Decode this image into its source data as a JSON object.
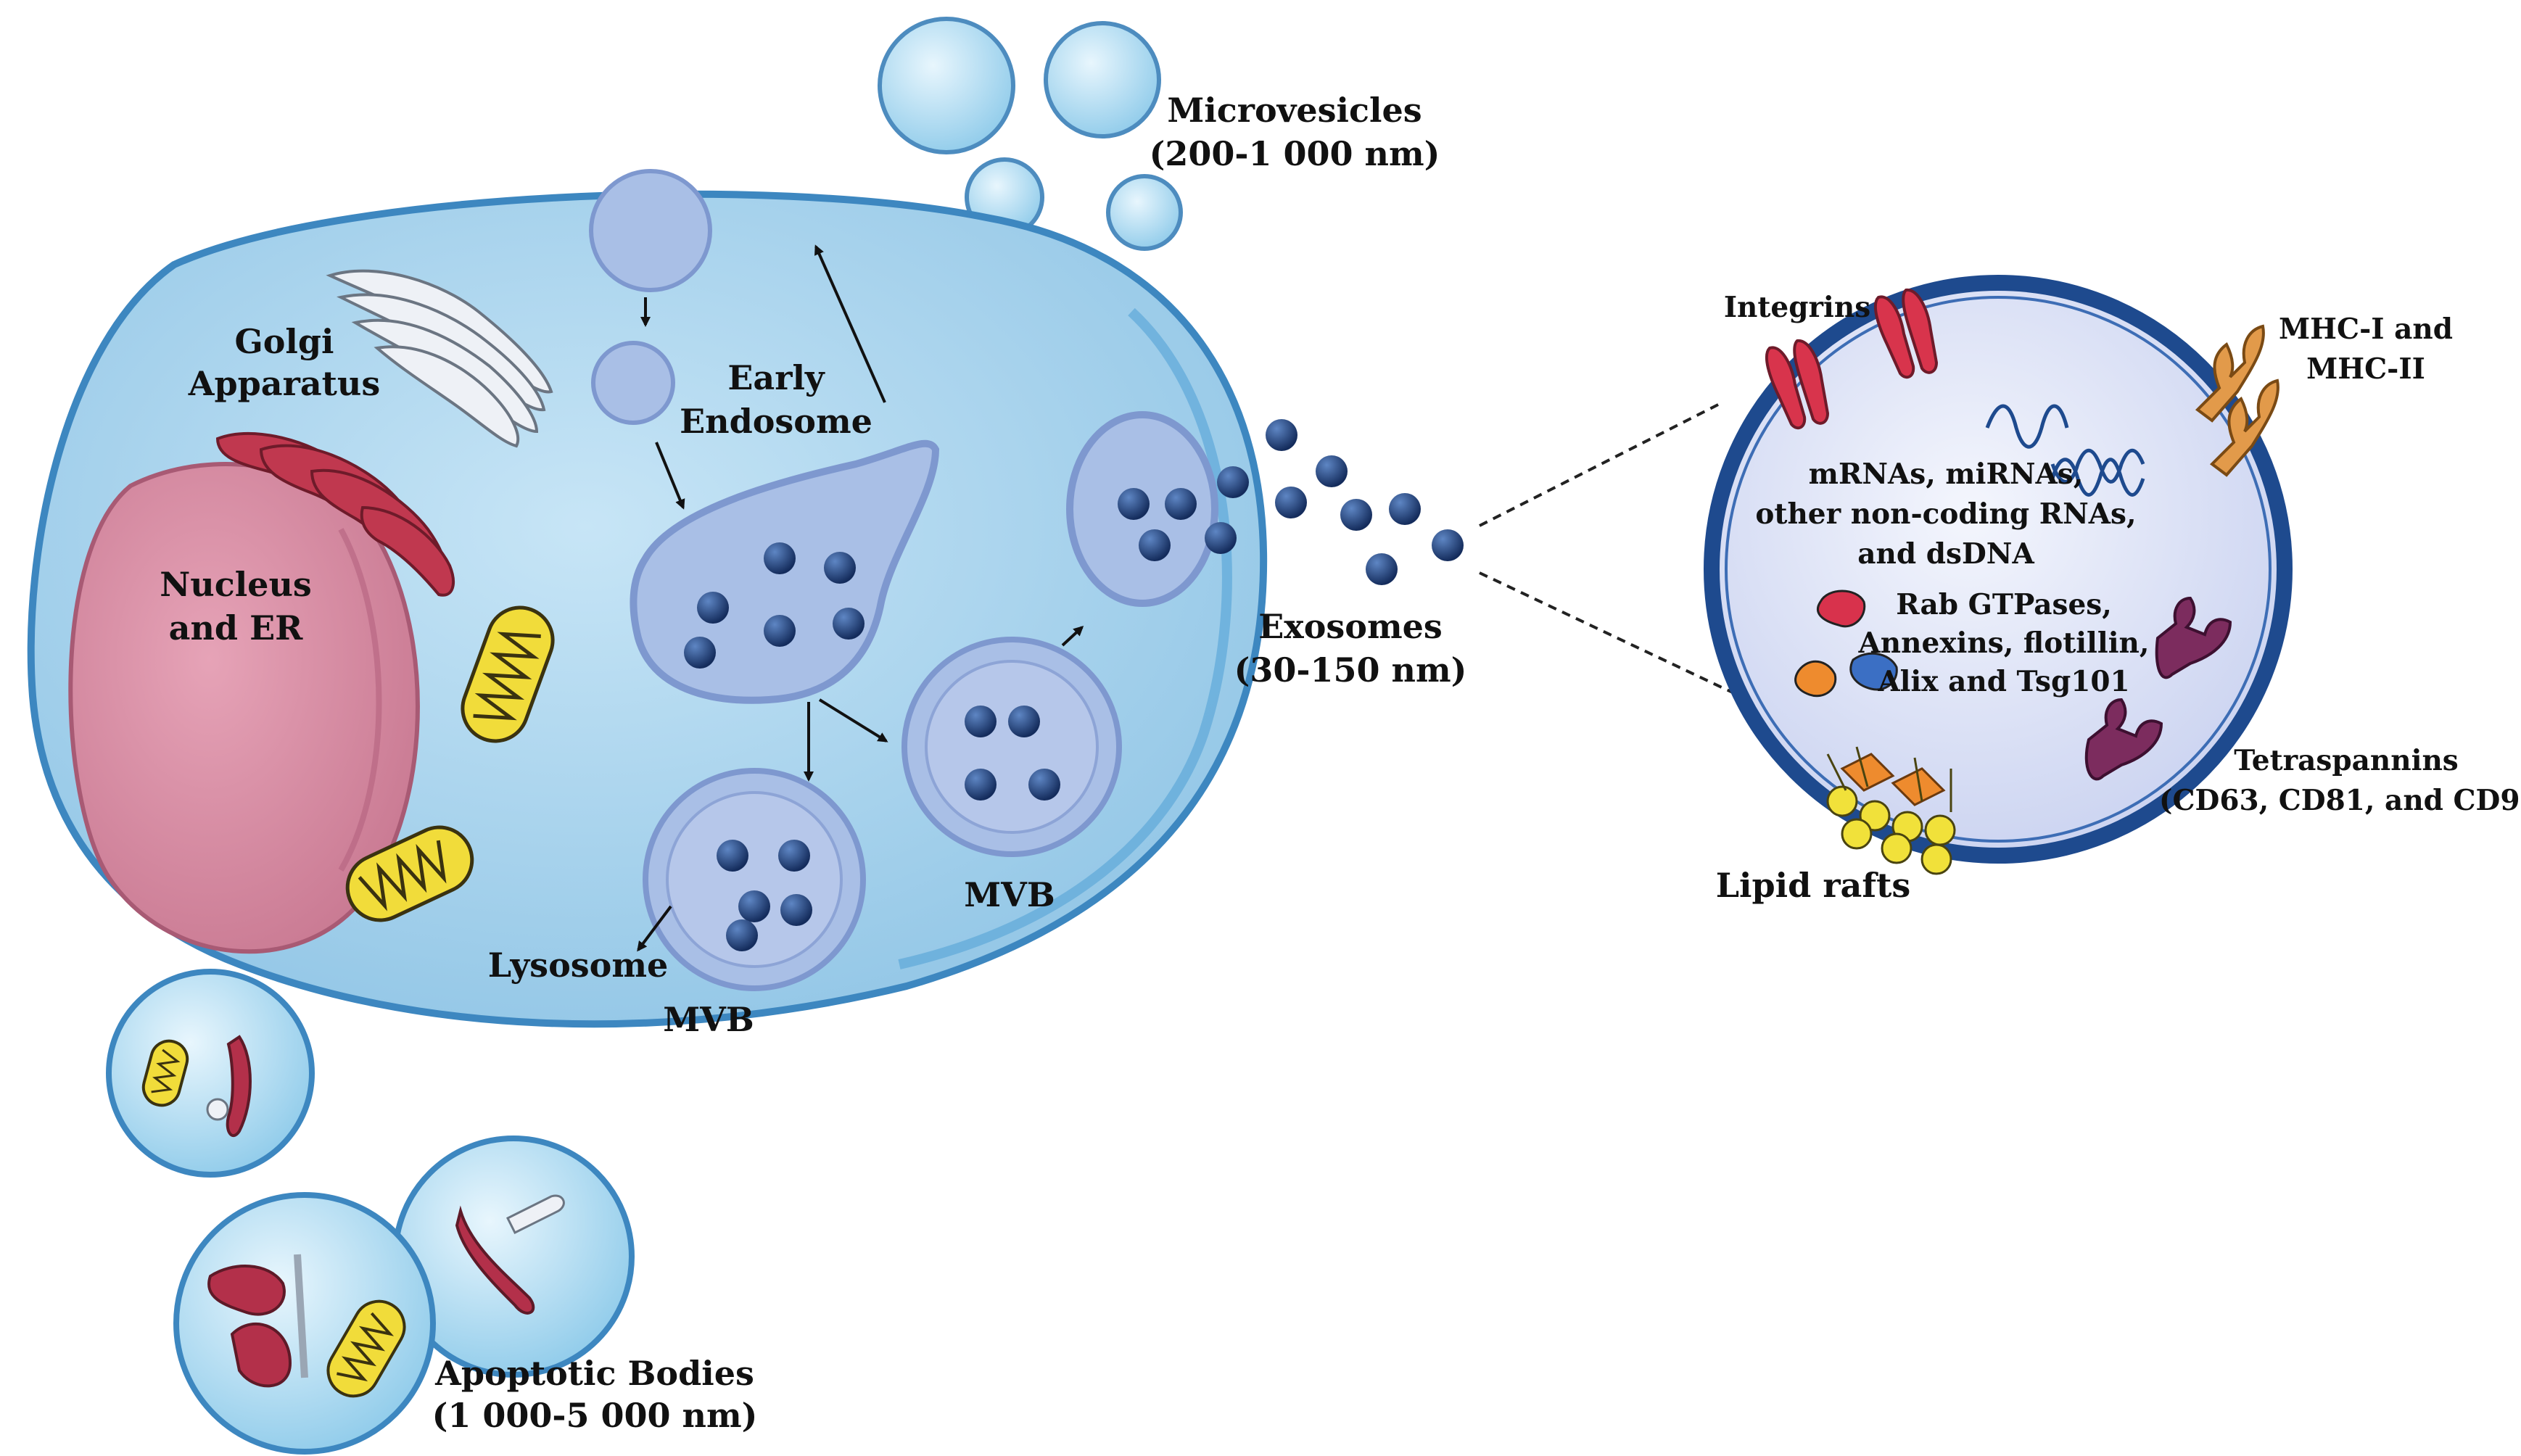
{
  "labels": {
    "microvesicles": "Microvesicles",
    "microvesicles_size": "(200-1 000 nm)",
    "golgi_line1": "Golgi",
    "golgi_line2": "Apparatus",
    "early_endosome_line1": "Early",
    "early_endosome_line2": "Endosome",
    "nucleus_line1": "Nucleus",
    "nucleus_line2": "and ER",
    "exosomes": "Exosomes",
    "exosomes_size": "(30-150 nm)",
    "mvb_right": "MVB",
    "mvb_bottom": "MVB",
    "lysosome": "Lysosome",
    "apoptotic_bodies": "Apoptotic Bodies",
    "apoptotic_bodies_size": "(1 000-5 000 nm)",
    "integrins": "Integrins",
    "mhc_line1": "MHC-I and",
    "mhc_line2": "MHC-II",
    "rna_line1": "mRNAs, miRNAs,",
    "rna_line2": "other non-coding RNAs,",
    "rna_line3": "and dsDNA",
    "protein_line1": "Rab GTPases,",
    "protein_line2": "Annexins, flotillin,",
    "protein_line3": "Alix and Tsg101",
    "tetraspannins_line1": "Tetraspannins",
    "tetraspannins_line2": "(CD63, CD81, and CD9)",
    "lipid_rafts": "Lipid rafts"
  },
  "colors": {
    "cell_fill": "#a8d4ee",
    "cell_stroke": "#3d87c0",
    "vesicle_fill": "#a9bfe6",
    "vesicle_stroke": "#7e98cf",
    "exosome_cargo": "#1f3c74",
    "nucleus": "#d7899f",
    "er_golgi_red": "#b3304a",
    "mitochondria": "#f1dc3a",
    "integrin": "#d8344c",
    "mhc": "#e29a4a",
    "tetraspannin": "#7c2c5e",
    "exosome_membrane": "#1e4a8e"
  }
}
